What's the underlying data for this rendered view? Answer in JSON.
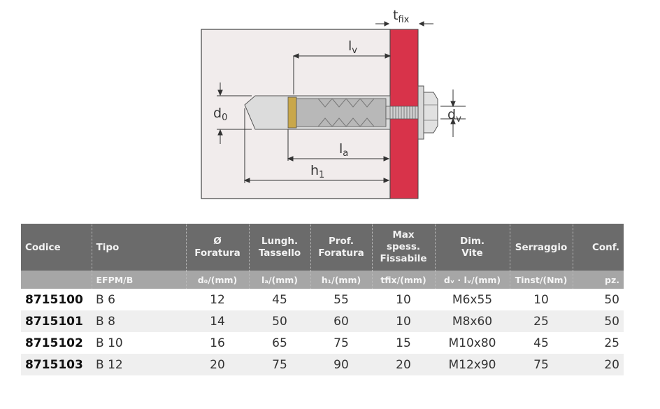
{
  "diagram": {
    "t_fix": "t",
    "t_fix_sub": "fix",
    "l_v": "l",
    "l_v_sub": "v",
    "d_0": "d",
    "d_0_sub": "0",
    "d_v": "d",
    "d_v_sub": "v",
    "l_a": "l",
    "l_a_sub": "a",
    "h_1": "h",
    "h_1_sub": "1",
    "plate_color": "#d8334a",
    "wall_color": "#f1ecec"
  },
  "table": {
    "headers": {
      "codice": "Codice",
      "tipo": "Tipo",
      "foratura_symbol": "Ø",
      "foratura": "Foratura",
      "lungh_1": "Lungh.",
      "lungh_2": "Tassello",
      "prof_1": "Prof.",
      "prof_2": "Foratura",
      "max_1": "Max",
      "max_2": "spess.",
      "max_3": "Fissabile",
      "dim_1": "Dim.",
      "dim_2": "Vite",
      "serraggio": "Serraggio",
      "conf": "Conf."
    },
    "units": {
      "codice": "",
      "tipo": "EFPM/B",
      "foratura": "d₀/(mm)",
      "lungh": "lₐ/(mm)",
      "prof": "h₁/(mm)",
      "max": "tfix/(mm)",
      "dim": "dᵥ · lᵥ/(mm)",
      "serraggio": "Tinst/(Nm)",
      "conf": "pz."
    },
    "rows": [
      {
        "codice": "8715100",
        "tipo": "B 6",
        "foratura": "12",
        "lungh": "45",
        "prof": "55",
        "max": "10",
        "dim": "M6x55",
        "serraggio": "10",
        "conf": "50"
      },
      {
        "codice": "8715101",
        "tipo": "B 8",
        "foratura": "14",
        "lungh": "50",
        "prof": "60",
        "max": "10",
        "dim": "M8x60",
        "serraggio": "25",
        "conf": "50"
      },
      {
        "codice": "8715102",
        "tipo": "B 10",
        "foratura": "16",
        "lungh": "65",
        "prof": "75",
        "max": "15",
        "dim": "M10x80",
        "serraggio": "45",
        "conf": "25"
      },
      {
        "codice": "8715103",
        "tipo": "B 12",
        "foratura": "20",
        "lungh": "75",
        "prof": "90",
        "max": "20",
        "dim": "M12x90",
        "serraggio": "75",
        "conf": "20"
      }
    ]
  }
}
